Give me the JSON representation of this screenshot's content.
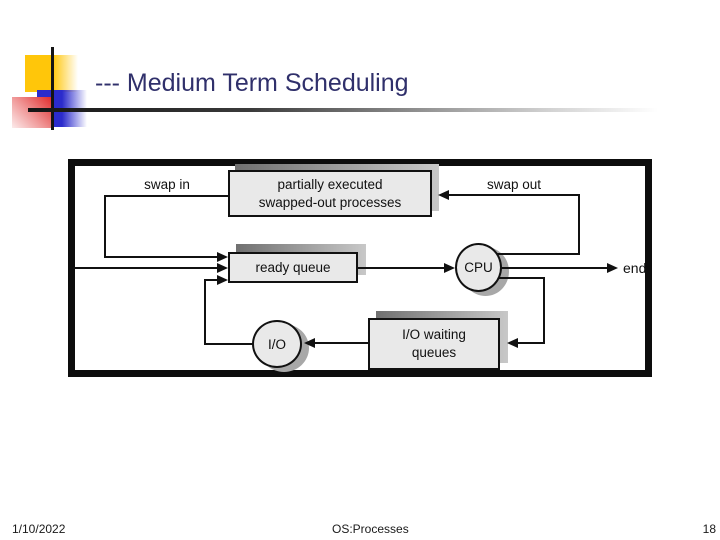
{
  "slide": {
    "title": "--- Medium Term Scheduling"
  },
  "diagram": {
    "nodes": {
      "swapped_processes": {
        "line1": "partially executed",
        "line2": "swapped-out processes"
      },
      "ready_queue": {
        "label": "ready queue"
      },
      "cpu": {
        "label": "CPU"
      },
      "io": {
        "label": "I/O"
      },
      "io_waiting": {
        "line1": "I/O waiting",
        "line2": "queues"
      }
    },
    "labels": {
      "swap_in": "swap in",
      "swap_out": "swap out",
      "end": "end"
    }
  },
  "footer": {
    "date": "1/10/2022",
    "course": "OS:Processes",
    "page": "18"
  },
  "colors": {
    "title_text": "#30306b",
    "accent_yellow": "#ffc60a",
    "accent_blue": "#2b2bcc",
    "accent_red": "#e02828",
    "node_fill": "#e9e9e9",
    "node_shadow": "#a8a8a8",
    "line": "#111111"
  }
}
